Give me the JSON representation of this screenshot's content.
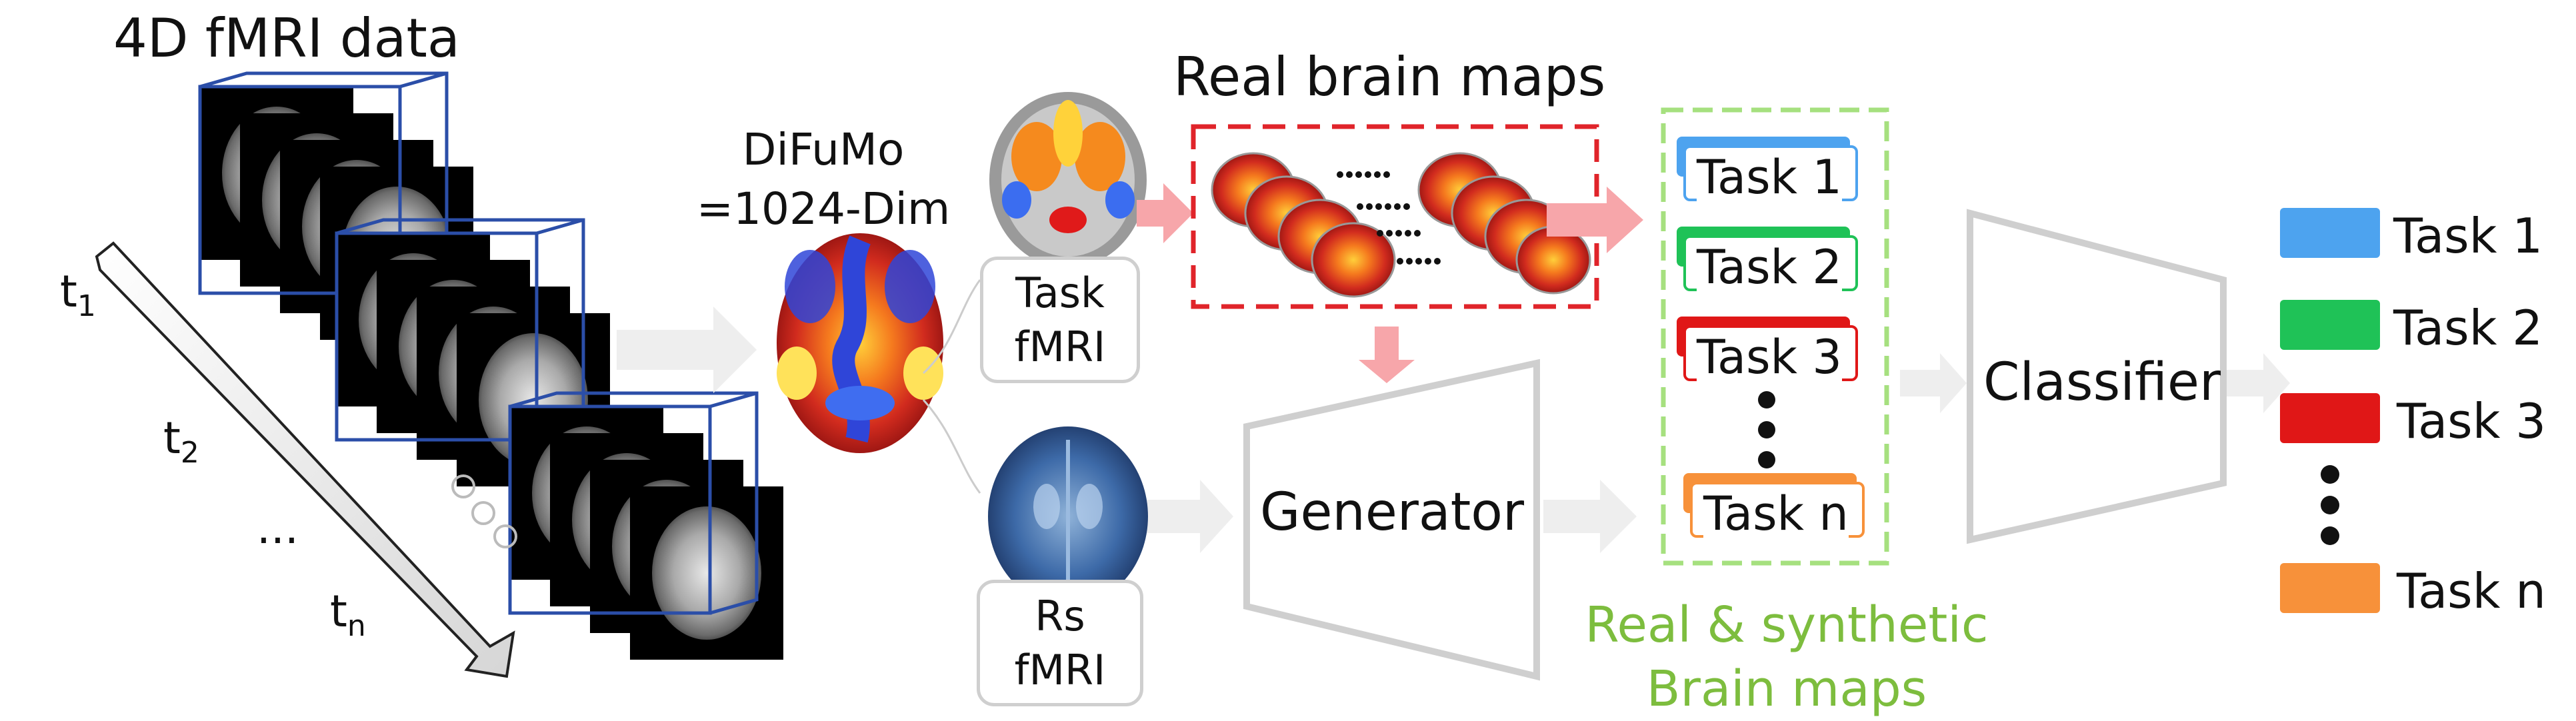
{
  "titles": {
    "fmri_4d": "4D fMRI data",
    "real_maps": "Real brain maps"
  },
  "difumo": {
    "line1": "DiFuMo",
    "line2": "=1024-Dim"
  },
  "time_labels": {
    "t1": "t",
    "t1_sub": "1",
    "t2": "t",
    "t2_sub": "2",
    "dots": "...",
    "tn": "t",
    "tn_sub": "n"
  },
  "modality_boxes": {
    "task": [
      "Task",
      "fMRI"
    ],
    "rs": [
      "Rs",
      "fMRI"
    ]
  },
  "blocks": {
    "generator": "Generator",
    "classifier": "Classifier"
  },
  "task_cards": [
    {
      "label": "Task 1",
      "color": "#4da3ef"
    },
    {
      "label": "Task 2",
      "color": "#1fc257"
    },
    {
      "label": "Task 3",
      "color": "#e01717"
    },
    {
      "label": "Task n",
      "color": "#f7913a"
    }
  ],
  "legend": [
    {
      "label": "Task 1",
      "color": "#4da3ef"
    },
    {
      "label": "Task 2",
      "color": "#1fc257"
    },
    {
      "label": "Task 3",
      "color": "#e01717"
    },
    {
      "label": "Task n",
      "color": "#f7913a"
    }
  ],
  "caption": {
    "line1": "Real & synthetic",
    "line2": "Brain maps"
  },
  "colors": {
    "cube_edge": "#2b4ea8",
    "real_box_border": "#e0242a",
    "synthetic_box_border": "#a6e07f",
    "pink_arrow": "#f7a6aa",
    "grey_arrow": "#eeeeee",
    "block_outline": "#cfcfcf"
  }
}
